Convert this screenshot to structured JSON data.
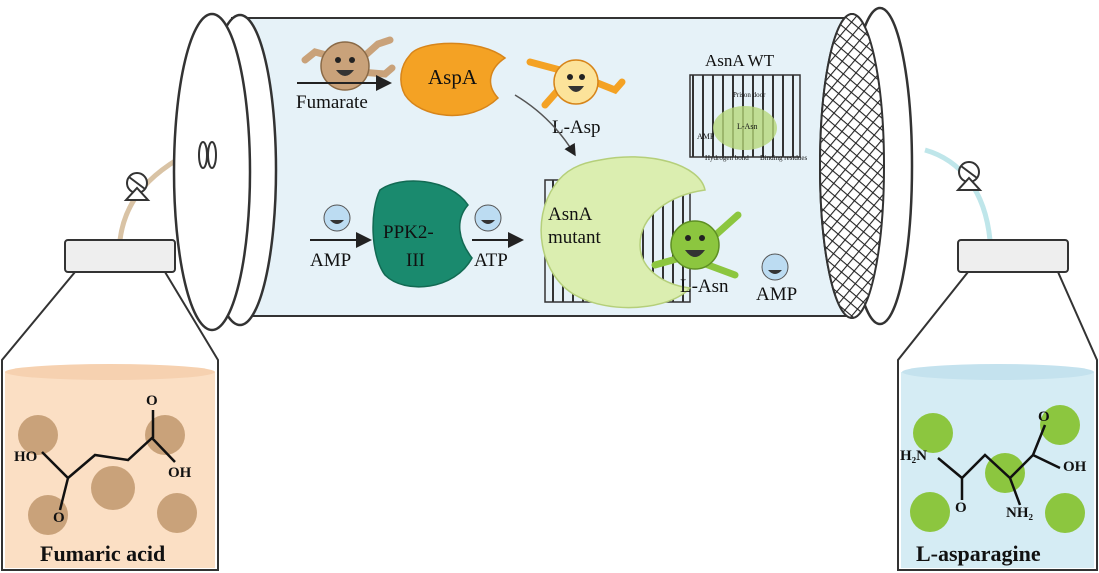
{
  "reactor": {
    "substrate": "Fumarate",
    "enzyme1": "AspA",
    "intermediate": "L-Asp",
    "cofactor_in": "AMP",
    "enzyme2_line1": "PPK2-",
    "enzyme2_line2": "III",
    "cofactor_mid": "ATP",
    "enzyme3_line1": "AsnA",
    "enzyme3_line2": "mutant",
    "product": "L-Asn",
    "cofactor_out": "AMP"
  },
  "inset": {
    "title": "AsnA WT",
    "door_label": "Prison door",
    "amp_label": "AMP",
    "asn_label": "L-Asn",
    "hbond_label": "Hydrogen bond",
    "residue_label": "Binding residues"
  },
  "left_bottle": {
    "label": "Fumaric acid",
    "atoms": {
      "ho": "HO",
      "oh": "OH",
      "o_top": "O",
      "o_bottom": "O"
    }
  },
  "right_bottle": {
    "label": "L-asparagine",
    "atoms": {
      "h2n": "H₂N",
      "nh2": "NH₂",
      "oh": "OH",
      "o_top": "O",
      "o_bottom": "O"
    }
  },
  "colors": {
    "fumarate_bubble": "#c9a27a",
    "aspa": "#f4a224",
    "ppk": "#1a8a6e",
    "asna": "#dbeeb0",
    "asn_bubble": "#8cc63f",
    "left_liquid": "#fbdfc4",
    "right_liquid": "#d5ecf4",
    "tube_fill": "#e6f2f8",
    "amp_face": "#bcdcf2"
  }
}
